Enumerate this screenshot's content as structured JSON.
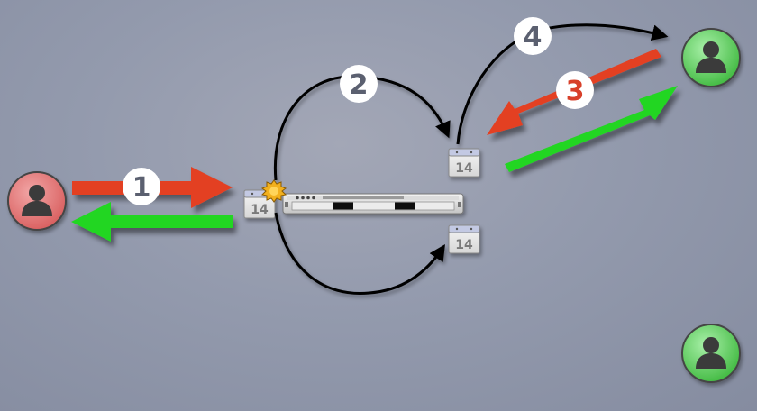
{
  "diagram": {
    "steps": [
      {
        "number": "1",
        "color": "#5b6070"
      },
      {
        "number": "2",
        "color": "#5b6070"
      },
      {
        "number": "3",
        "color": "#d8402a"
      },
      {
        "number": "4",
        "color": "#5b6070"
      }
    ],
    "calendar_day": "14",
    "users": [
      {
        "role": "sender",
        "color": "#e06f6f"
      },
      {
        "role": "recipient",
        "color": "#5ccc5c"
      },
      {
        "role": "recipient",
        "color": "#5ccc5c"
      }
    ],
    "colors": {
      "request_arrow": "#e33f22",
      "response_arrow": "#22d622",
      "flow_line": "#000000",
      "server_status": "#f2b01e"
    }
  }
}
